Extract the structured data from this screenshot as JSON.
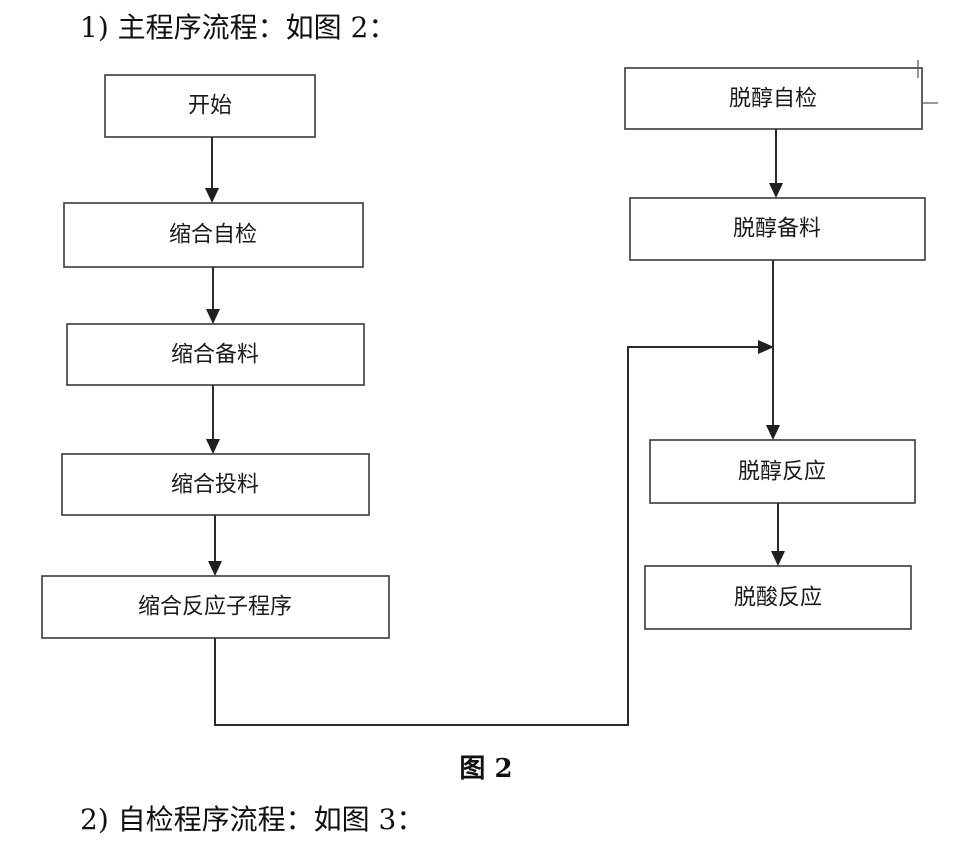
{
  "heading_main": "1) 主程序流程：如图 2：",
  "caption": "图 2",
  "heading_self_check": "2) 自检程序流程：如图 3：",
  "nodes": {
    "start": "开始",
    "condensation_self_check": "缩合自检",
    "condensation_prep": "缩合备料",
    "condensation_feed": "缩合投料",
    "condensation_reaction_subprogram": "缩合反应子程序",
    "dealcohol_self_check": "脱醇自检",
    "dealcohol_prep": "脱醇备料",
    "dealcohol_reaction": "脱醇反应",
    "deacid_reaction": "脱酸反应"
  }
}
